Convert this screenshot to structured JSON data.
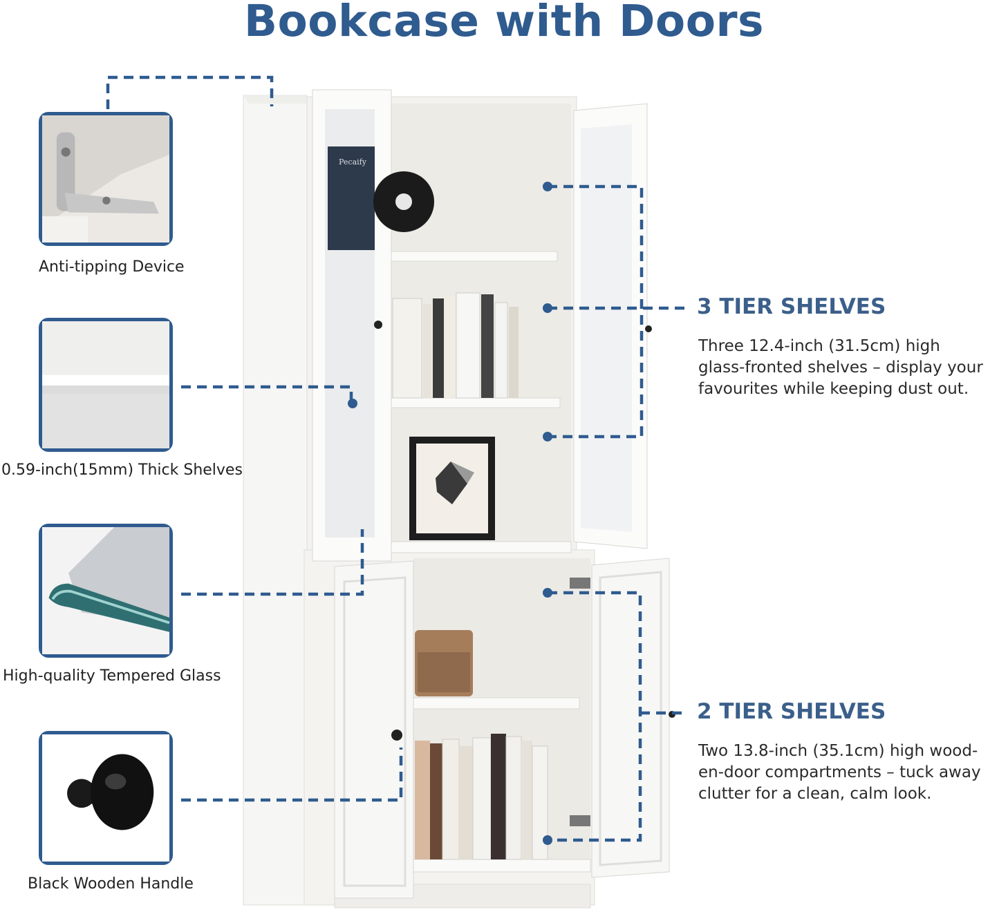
{
  "title": "Bookcase with Doors",
  "features": [
    {
      "label": "Anti-tipping Device",
      "icon": "anti-tipping-bracket-icon"
    },
    {
      "label": "0.59-inch(15mm) Thick Shelves",
      "icon": "thick-shelf-icon"
    },
    {
      "label": "High-quality Tempered Glass",
      "icon": "tempered-glass-icon"
    },
    {
      "label": "Black Wooden Handle",
      "icon": "black-knob-icon"
    }
  ],
  "sections": [
    {
      "heading": "3 TIER SHELVES",
      "lines": [
        "Three 12.4-inch (31.5cm) high",
        "glass-fronted shelves – display your",
        "favourites while keeping dust out."
      ]
    },
    {
      "heading": "2 TIER SHELVES",
      "lines": [
        "Two 13.8-inch (35.1cm) high wood-",
        "en-door compartments – tuck away",
        "clutter for a clean, calm look."
      ]
    }
  ],
  "colors": {
    "accent": "#2f5b8f",
    "heading": "#3b5f8a"
  }
}
